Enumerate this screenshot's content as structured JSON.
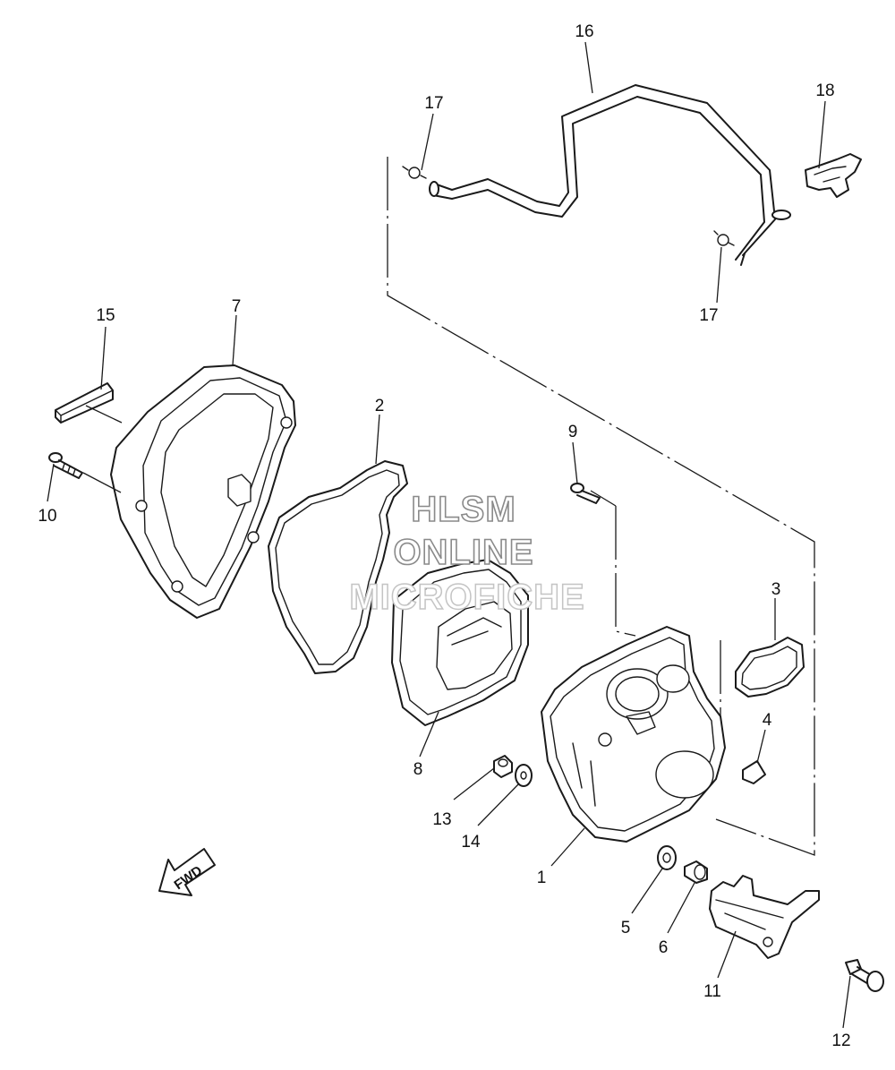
{
  "watermark": {
    "line1": "HLSM",
    "line2": "ONLINE",
    "line3": "MICROFICHE"
  },
  "direction_label": "FWD",
  "callouts": {
    "c1": "1",
    "c2": "2",
    "c3": "3",
    "c4": "4",
    "c5": "5",
    "c6": "6",
    "c7": "7",
    "c8": "8",
    "c9": "9",
    "c10": "10",
    "c11": "11",
    "c12": "12",
    "c13": "13",
    "c14": "14",
    "c15": "15",
    "c16": "16",
    "c17a": "17",
    "c17b": "17",
    "c18": "18"
  }
}
